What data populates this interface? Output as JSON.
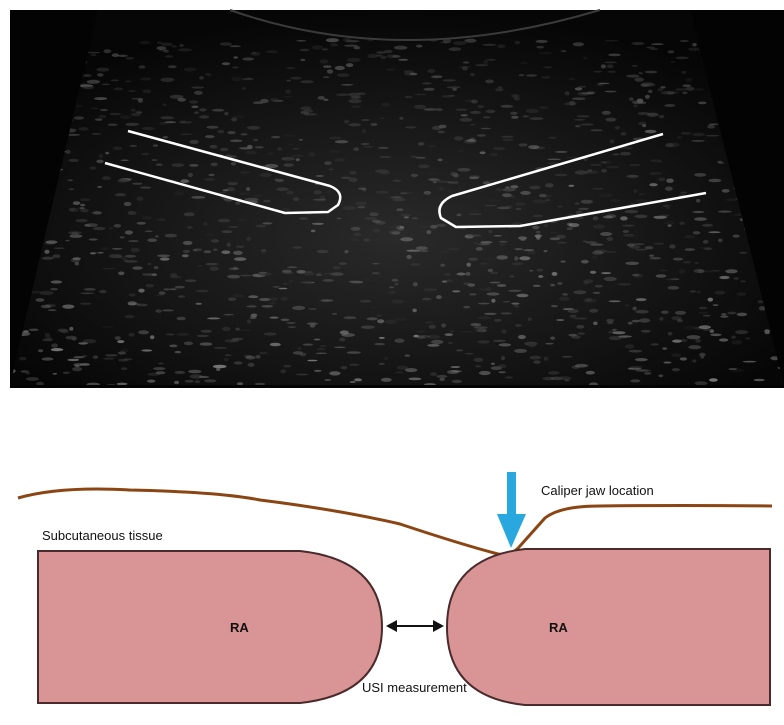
{
  "panels": {
    "ultrasound": {
      "description_labels": []
    },
    "schematic": {
      "labels": {
        "caliper": "Caliper jaw location",
        "subcutaneous": "Subcutaneous tissue",
        "ra_left": "RA",
        "ra_right": "RA",
        "usi": "USI measurement"
      }
    }
  },
  "colors": {
    "skin_line": "#8B4513",
    "muscle_fill": "#D99595",
    "muscle_stroke": "#4a2a2a",
    "caliper_arrow": "#29A8DF",
    "ultrasound_bg": "#050505",
    "outline": "#ffffff"
  }
}
